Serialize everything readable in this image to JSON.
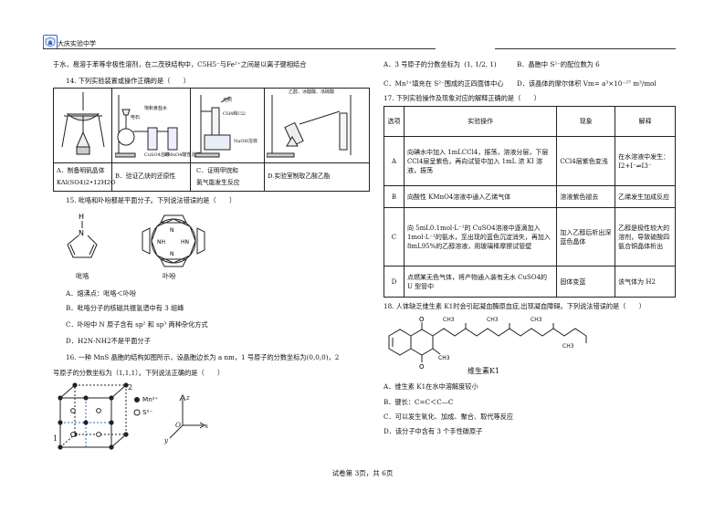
{
  "header": {
    "school": "大庆实验中学"
  },
  "left": {
    "line_top": "于水，易溶于苯等非极性溶剂，在二茂铁结构中，C5H5⁻与Fe²⁺之间是以离子键相结合",
    "q14": {
      "stem": "14. 下列实验装置或操作正确的是（　　）",
      "captions": [
        "A．制备明矾晶体 KAl(SO4)2•12H2O",
        "B．验证乙炔的还原性",
        "C．证明甲烷和氯气能发生反应",
        "D.实验室制取乙酸乙酯"
      ],
      "labels": {
        "b1": "电石",
        "b2": "饱和食盐水",
        "b3": "CuSO4溶液",
        "b4": "KMnO4酸性溶液",
        "c1": "光照",
        "c2": "CH4和Cl2",
        "c3": "NaOH溶液",
        "d1": "乙醇、冰醋酸、浓硫酸"
      }
    },
    "q15": {
      "stem": "15. 吡咯和卟吩都是平面分子。下列说法错误的是（　　）",
      "mol1": "吡咯",
      "mol2": "卟吩",
      "options": [
        "A．熔沸点：吡咯＜卟吩",
        "B．吡咯分子的核磁共振氢谱中有 3 组峰",
        "C．卟吩中 N 原子含有 sp² 和 sp³ 两种杂化方式",
        "D．H2N-NH2不是平面分子"
      ]
    },
    "q16": {
      "stem_1": "16. 一种 MnS 晶胞的结构如图所示，设晶胞边长为 a nm，1 号原子的分数坐标为(0,0,0)，2",
      "stem_2": "号原子的分数坐标为（1,1,1）。下列说法正确的是（　　）",
      "legend_mn": "Mn²⁺",
      "legend_s": "S²⁻",
      "lbl_1": "1",
      "lbl_2": "2",
      "ax_z": "z",
      "ax_y": "y",
      "ax_x": "x",
      "ax_o": "O"
    }
  },
  "right": {
    "q16_opts": {
      "A_pre": "A．3 号原子的分数坐标为",
      "A_coord": "(1, 1/2, 1)",
      "B": "B．晶胞中 S²⁻的配位数为 6",
      "C": "C．Mn²⁺填充在 S²⁻围成的正四面体中心",
      "D": "D．该晶体的摩尔体积 Vm= a³×10⁻²⁷ m³/mol"
    },
    "q17": {
      "stem": "17. 下列实验操作及现象对应的解释正确的是（　　）",
      "headers": [
        "选项",
        "实验操作",
        "现象",
        "解释"
      ],
      "rows": [
        {
          "opt": "A",
          "op": "向碘水中加入 1mLCCl4，振荡，溶液分层，下层 CCl4层呈紫色，再向试管中加入 1mL 浓 KI 溶液，振荡",
          "ph": "CCl4层紫色变浅",
          "ex": "在水溶液中发生：I2+I⁻⇌I3⁻"
        },
        {
          "opt": "B",
          "op": "向酸性 KMnO4溶液中通入乙烯气体",
          "ph": "溶液紫色褪去",
          "ex": "乙烯发生加成反应"
        },
        {
          "opt": "C",
          "op": "向 5mL0.1mol·L⁻¹的 CuSO4溶液中逐滴加入 1mol·L⁻¹的氨水，至出现的蓝色沉淀消失，再加入 8mL95%的乙醇溶液，用玻璃棒摩擦试管壁",
          "ph": "加入乙醇后析出深蓝色晶体",
          "ex": "乙醇是极性较大的溶剂，导致硫酸四氨合铜晶体析出"
        },
        {
          "opt": "D",
          "op": "点燃某无色气体，将产物通入装有无水 CuSO4的 U 型管中",
          "ph": "固体变蓝",
          "ex": "该气体为 H2"
        }
      ]
    },
    "q18": {
      "stem": "18. 人体缺乏维生素 K1时会引起凝血酶原血症,出现凝血障碍。下列说法错误的是（　　）",
      "mol_label": "维生素K1",
      "ch3": "CH3",
      "options": [
        "A．维生素 K1在水中溶解度较小",
        "B．键长：C=C＜C—C",
        "C．可以发生氧化、加成、聚合、取代等反应",
        "D．该分子中含有 3 个手性碳原子"
      ]
    }
  },
  "footer": "试卷第 3页，共 6页"
}
